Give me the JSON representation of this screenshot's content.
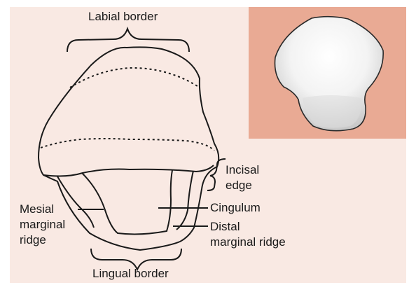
{
  "labels": {
    "labial_border": "Labial border",
    "lingual_border": "Lingual border",
    "incisal_edge": [
      "Incisal",
      "edge"
    ],
    "mesial_marginal_ridge": [
      "Mesial",
      "marginal",
      "ridge"
    ],
    "cingulum": "Cingulum",
    "distal_marginal_ridge": [
      "Distal",
      "marginal ridge"
    ]
  },
  "colors": {
    "panel_background": "#f9e9e3",
    "inset_background": "#e9aa94",
    "tooth_fill": "#f9e9e3",
    "line": "#1a1a1a",
    "inset_tooth_highlight": "#ffffff",
    "inset_tooth_shadow": "#cfcfcf"
  }
}
